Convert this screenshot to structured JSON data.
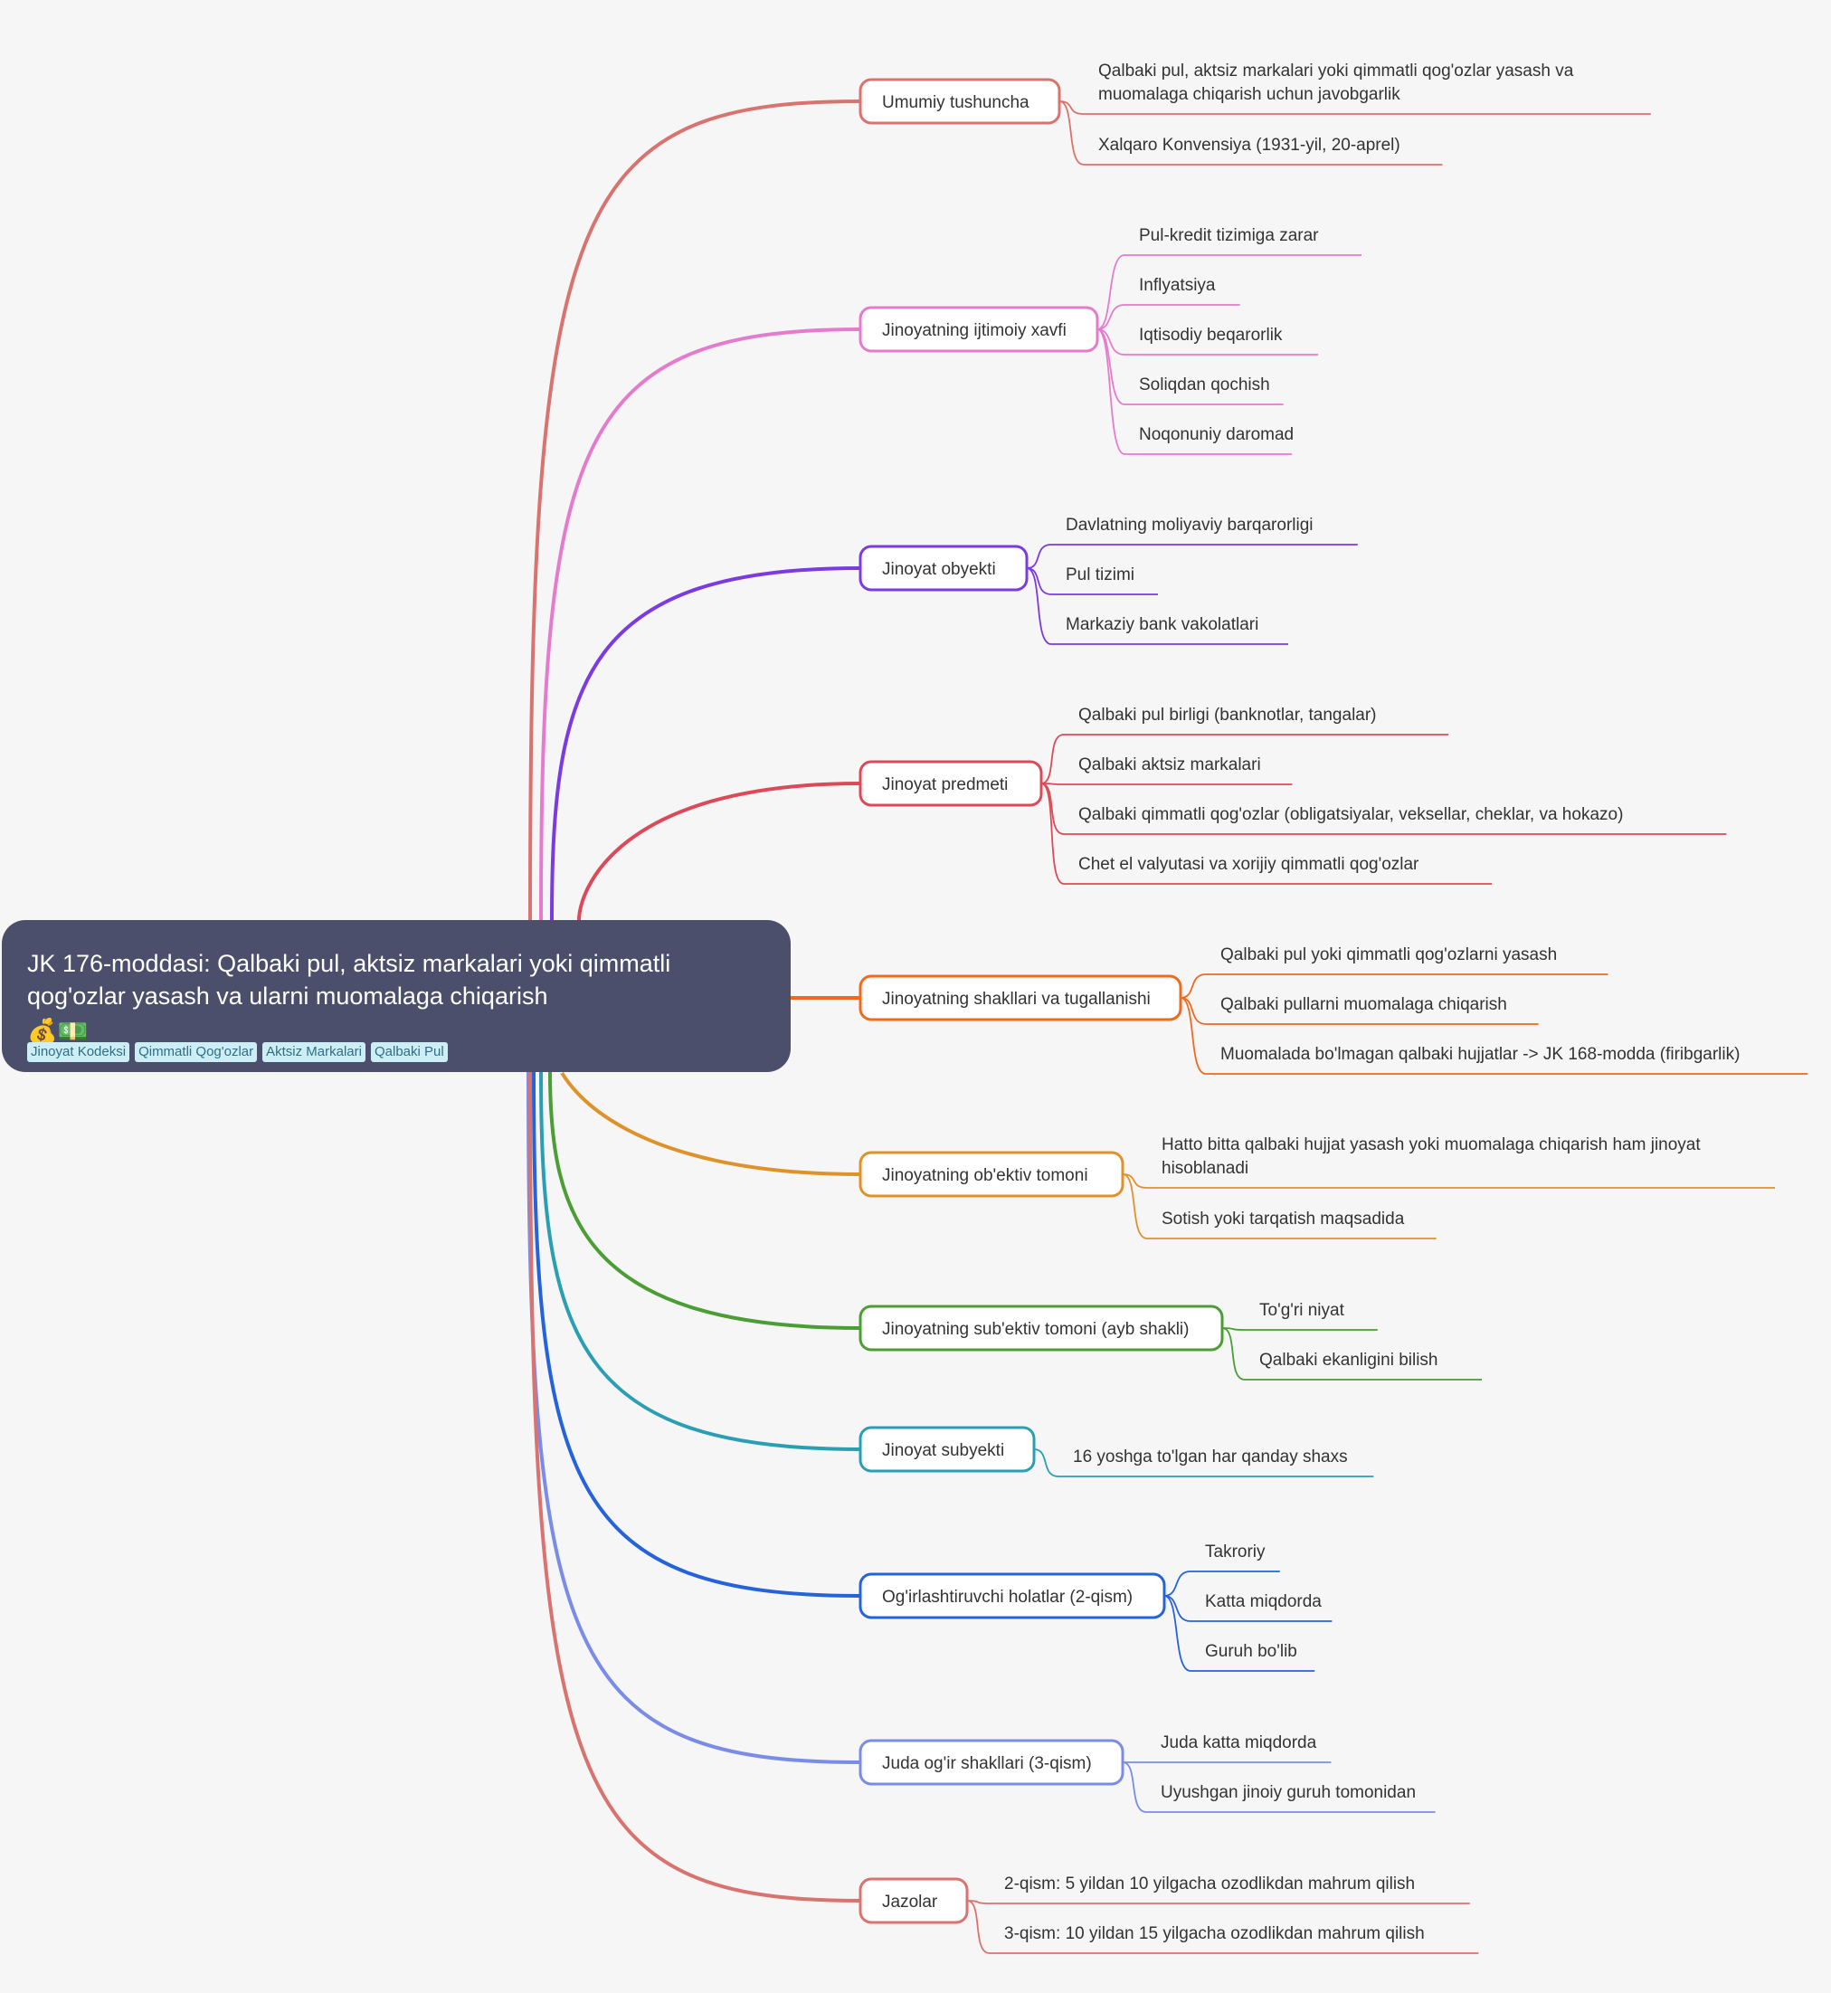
{
  "root": {
    "title": "JK 176-moddasi: Qalbaki pul, aktsiz markalari yoki qimmatli qog'ozlar yasash va ularni muomalaga chiqarish",
    "emoji": "💰💵",
    "tags": [
      "Jinoyat Kodeksi",
      "Qimmatli Qog'ozlar",
      "Aktsiz Markalari",
      "Qalbaki Pul"
    ]
  },
  "branches": [
    {
      "label": "Umumiy tushuncha",
      "color": "#d8736f",
      "children": [
        [
          "Qalbaki pul, aktsiz markalari yoki qimmatli qog'ozlar yasash va",
          "muomalaga chiqarish uchun javobgarlik"
        ],
        [
          "Xalqaro Konvensiya (1931-yil, 20-aprel)"
        ]
      ]
    },
    {
      "label": "Jinoyatning ijtimoiy xavfi",
      "color": "#e57bcc",
      "children": [
        [
          "Pul-kredit tizimiga zarar"
        ],
        [
          "Inflyatsiya"
        ],
        [
          "Iqtisodiy beqarorlik"
        ],
        [
          "Soliqdan qochish"
        ],
        [
          "Noqonuniy daromad"
        ]
      ]
    },
    {
      "label": "Jinoyat obyekti",
      "color": "#7b3be0",
      "children": [
        [
          "Davlatning moliyaviy barqarorligi"
        ],
        [
          "Pul tizimi"
        ],
        [
          "Markaziy bank vakolatlari"
        ]
      ]
    },
    {
      "label": "Jinoyat predmeti",
      "color": "#dc4a5a",
      "children": [
        [
          "Qalbaki pul birligi (banknotlar, tangalar)"
        ],
        [
          "Qalbaki aktsiz markalari"
        ],
        [
          "Qalbaki qimmatli qog'ozlar (obligatsiyalar, veksellar, cheklar, va hokazo)"
        ],
        [
          "Chet el valyutasi va xorijiy qimmatli qog'ozlar"
        ]
      ]
    },
    {
      "label": "Jinoyatning shakllari va tugallanishi",
      "color": "#f06a1e",
      "children": [
        [
          "Qalbaki pul yoki qimmatli qog'ozlarni yasash"
        ],
        [
          "Qalbaki pullarni muomalaga chiqarish"
        ],
        [
          "Muomalada bo'lmagan qalbaki hujjatlar -> JK 168-modda (firibgarlik)"
        ]
      ]
    },
    {
      "label": "Jinoyatning ob'ektiv tomoni",
      "color": "#e0922a",
      "children": [
        [
          "Hatto bitta qalbaki hujjat yasash yoki muomalaga chiqarish ham jinoyat",
          "hisoblanadi"
        ],
        [
          "Sotish yoki tarqatish maqsadida"
        ]
      ]
    },
    {
      "label": "Jinoyatning sub'ektiv tomoni (ayb shakli)",
      "color": "#4a9e34",
      "children": [
        [
          "To'g'ri niyat"
        ],
        [
          "Qalbaki ekanligini bilish"
        ]
      ]
    },
    {
      "label": "Jinoyat subyekti",
      "color": "#2a9fb4",
      "children": [
        [
          "16 yoshga to'lgan har qanday shaxs"
        ]
      ]
    },
    {
      "label": "Og'irlashtiruvchi holatlar (2-qism)",
      "color": "#2563db",
      "children": [
        [
          "Takroriy"
        ],
        [
          "Katta miqdorda"
        ],
        [
          "Guruh bo'lib"
        ]
      ]
    },
    {
      "label": "Juda og'ir shakllari (3-qism)",
      "color": "#7b8ce8",
      "children": [
        [
          "Juda katta miqdorda"
        ],
        [
          "Uyushgan jinoiy guruh tomonidan"
        ]
      ]
    },
    {
      "label": "Jazolar",
      "color": "#d8736f",
      "children": [
        [
          "2-qism: 5 yildan 10 yilgacha ozodlikdan mahrum qilish"
        ],
        [
          "3-qism: 10 yildan 15 yilgacha ozodlikdan mahrum qilish"
        ]
      ]
    }
  ]
}
